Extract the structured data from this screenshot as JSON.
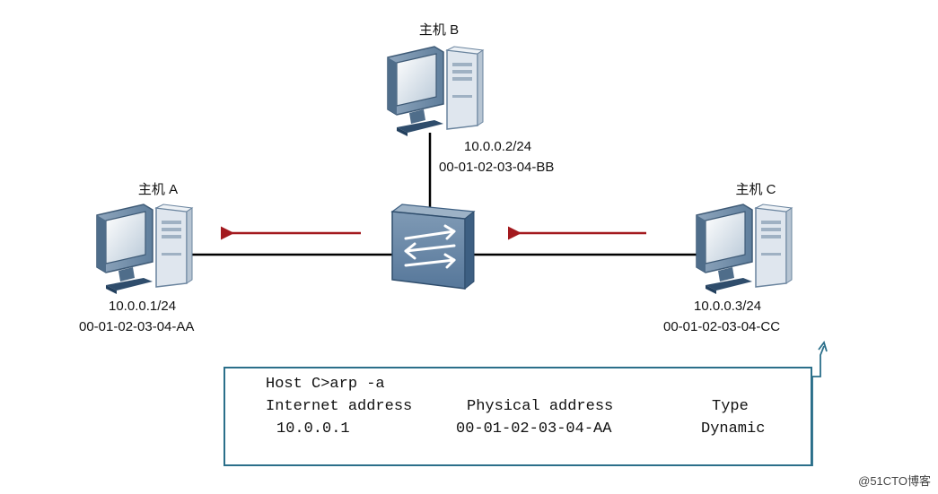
{
  "hosts": {
    "a": {
      "name": "主机 A",
      "ip": "10.0.0.1/24",
      "mac": "00-01-02-03-04-AA"
    },
    "b": {
      "name": "主机 B",
      "ip": "10.0.0.2/24",
      "mac": "00-01-02-03-04-BB"
    },
    "c": {
      "name": "主机 C",
      "ip": "10.0.0.3/24",
      "mac": "00-01-02-03-04-CC"
    }
  },
  "arp_table": {
    "command": "Host C>arp -a",
    "headers": [
      "Internet address",
      "Physical address",
      "Type"
    ],
    "row": [
      "10.0.0.1",
      "00-01-02-03-04-AA",
      "Dynamic"
    ]
  },
  "watermark": "@51CTO博客",
  "colors": {
    "arrow": "#a3191e",
    "box_border": "#2b6f8a",
    "device": "#4a6d8c",
    "switch": "#3d5f82"
  },
  "icons": [
    "pc-icon",
    "switch-icon"
  ]
}
